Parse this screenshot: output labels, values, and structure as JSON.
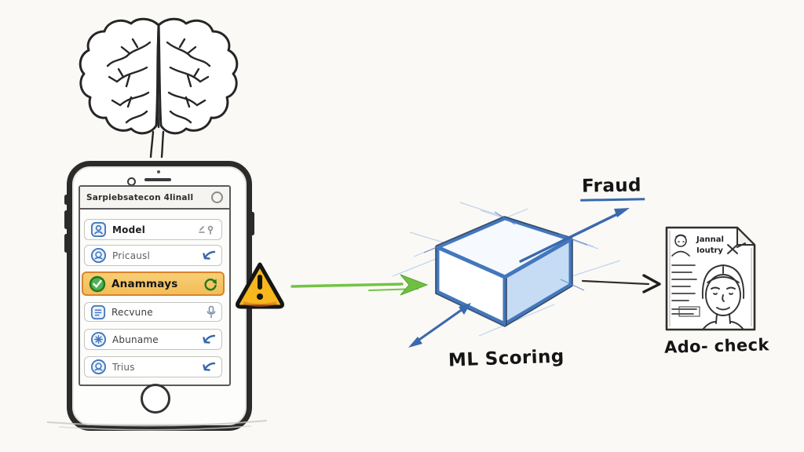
{
  "diagram": {
    "labels": {
      "fraud": "Fraud",
      "ml_scoring": "ML Scoring",
      "ado_check": "Ado- check"
    },
    "phone": {
      "header_title": "Sarpiebsatecon 4linall",
      "rows": [
        {
          "label": "Model",
          "leading_icon": "person-card-icon",
          "trailing_icon": "meta-glyphs-icon",
          "highlighted": false
        },
        {
          "label": "Pricausl",
          "leading_icon": "circle-user-icon",
          "trailing_icon": "sync-arrow-icon",
          "highlighted": false
        },
        {
          "label": "Anammays",
          "leading_icon": "check-circle-icon",
          "trailing_icon": "refresh-icon",
          "highlighted": true
        },
        {
          "label": "Recvune",
          "leading_icon": "square-doc-icon",
          "trailing_icon": "mic-glyph-icon",
          "highlighted": false
        },
        {
          "label": "Abuname",
          "leading_icon": "circle-user-icon",
          "trailing_icon": "sync-arrow-icon",
          "highlighted": false
        },
        {
          "label": "Trius",
          "leading_icon": "circle-user-icon",
          "trailing_icon": "sync-arrow-icon",
          "highlighted": false
        }
      ]
    },
    "id_card": {
      "name_line1": "Jannal",
      "name_line2": "Ioutry"
    },
    "icons": {
      "brain": "brain-sketch-icon",
      "warning": "warning-triangle-icon",
      "cube": "ml-model-cube",
      "id_card": "identity-document-icon"
    },
    "colors": {
      "background": "#faf9f6",
      "phone_border": "#2b2b2b",
      "highlight_bg": "#f6c464",
      "highlight_border": "#d9842c",
      "blue": "#3a69ad",
      "green_arrow": "#6fbf44",
      "warning_yellow": "#f7b71d",
      "check_green": "#3ba53b",
      "cube_face_blue": "#c5dcf4"
    }
  }
}
